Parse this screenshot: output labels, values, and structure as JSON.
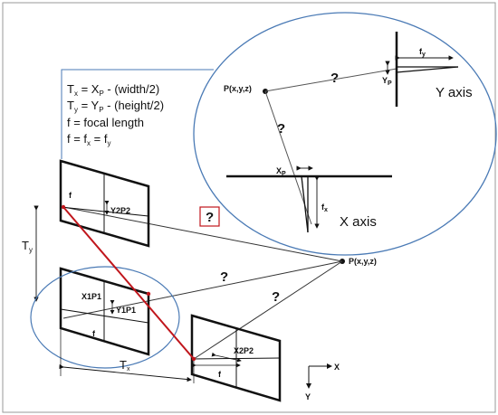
{
  "equations": {
    "line1_prefix": "T",
    "line1_sub": "x",
    "line1_eq": " = X",
    "line1_sub2": "P",
    "line1_rest": " -  (width/2)",
    "line2_prefix": "T",
    "line2_sub": "y",
    "line2_eq": " = Y",
    "line2_sub2": "P",
    "line2_rest": " - (height/2)",
    "line3": "f = focal length",
    "line4_main": "f = f",
    "line4_sub": "x",
    "line4_eq": " = f",
    "line4_sub2": "y"
  },
  "zoom": {
    "point_label": "P(x,y,z)",
    "q_top": "?",
    "q_left": "?",
    "yp_label_main": "Y",
    "yp_label_sub": "P",
    "fy_label_main": "f",
    "fy_label_sub": "y",
    "y_axis_label": "Y axis",
    "xp_label_main": "X",
    "xp_label_sub": "P",
    "fx_label_main": "f",
    "fx_label_sub": "x",
    "x_axis_label": "X axis"
  },
  "scene": {
    "point_label": "P(x,y,z)",
    "boxed_q": "?",
    "q_mid": "?",
    "q_low": "?",
    "f_top": "f",
    "y2p2": "Y2P2",
    "ty_main": "T",
    "ty_sub": "y",
    "x1p1": "X1P1",
    "y1p1": "Y1P1",
    "f_bottom_left": "f",
    "tx_main": "T",
    "tx_sub": "x",
    "x2p2": "X2P2",
    "f_bottom_right": "f",
    "axis_x": "X",
    "axis_y": "Y"
  },
  "colors": {
    "circle": "#4a7ab5",
    "red_line": "#c0161c",
    "box_border": "#c0161c"
  }
}
